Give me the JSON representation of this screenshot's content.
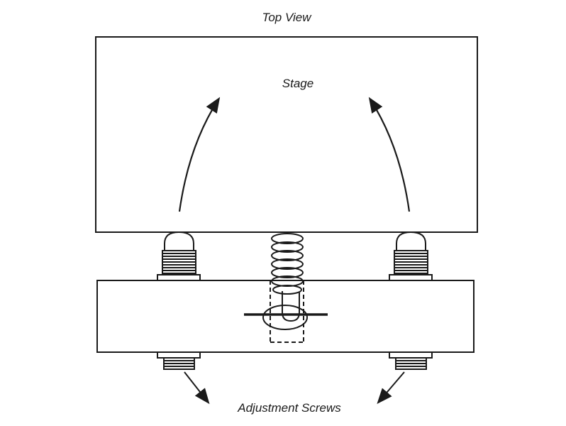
{
  "diagram": {
    "title": "Top View",
    "stage_label": "Stage",
    "screws_label": "Adjustment Screws"
  },
  "colors": {
    "line": "#1a1a1a",
    "background": "#ffffff"
  }
}
